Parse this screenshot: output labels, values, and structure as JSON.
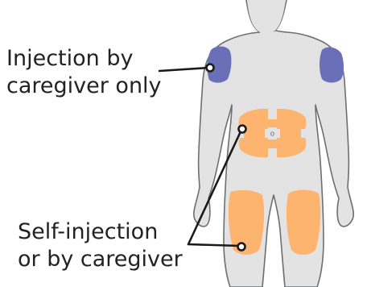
{
  "colors": {
    "body_fill": "#e3e3e4",
    "body_outline": "#6d6e70",
    "caregiver_zone": "#6a70b8",
    "self_zone": "#fdb46f",
    "pointer_line": "#1a1a1a",
    "background": "#ffffff"
  },
  "labels": {
    "caregiver_only": {
      "line1": "Injection by",
      "line2": "caregiver only"
    },
    "self_or_caregiver": {
      "line1": "Self-injection",
      "line2": "or by caregiver"
    }
  },
  "navel_mark": "o"
}
